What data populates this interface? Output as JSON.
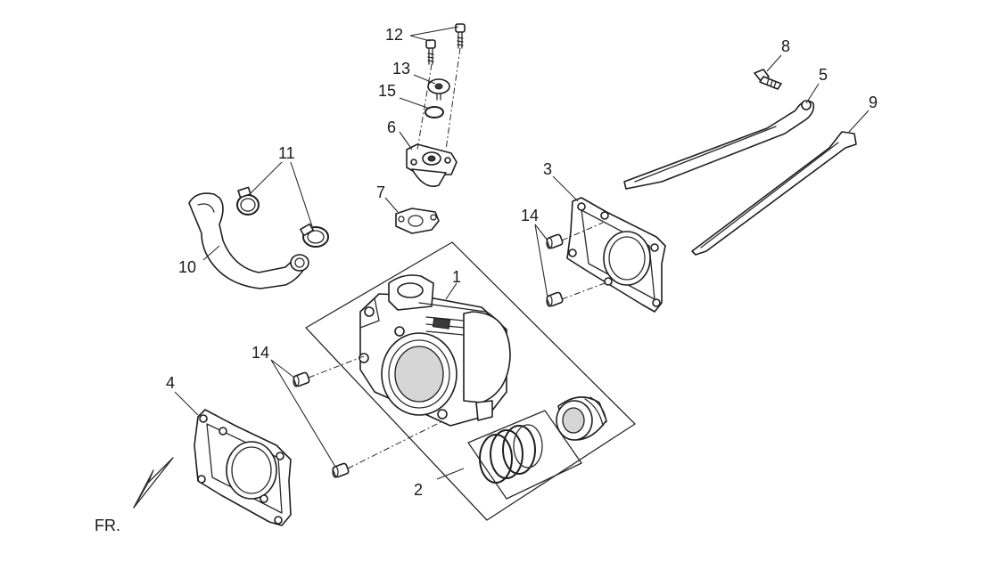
{
  "diagram": {
    "callouts": [
      {
        "id": "c1",
        "text": "1"
      },
      {
        "id": "c2",
        "text": "2"
      },
      {
        "id": "c3",
        "text": "3"
      },
      {
        "id": "c4",
        "text": "4"
      },
      {
        "id": "c5",
        "text": "5"
      },
      {
        "id": "c6",
        "text": "6"
      },
      {
        "id": "c7",
        "text": "7"
      },
      {
        "id": "c8",
        "text": "8"
      },
      {
        "id": "c9",
        "text": "9"
      },
      {
        "id": "c10",
        "text": "10"
      },
      {
        "id": "c11",
        "text": "11"
      },
      {
        "id": "c12",
        "text": "12"
      },
      {
        "id": "c13",
        "text": "13"
      },
      {
        "id": "c14a",
        "text": "14"
      },
      {
        "id": "c14b",
        "text": "14"
      },
      {
        "id": "c15",
        "text": "15"
      }
    ],
    "direction_label": "FR."
  }
}
